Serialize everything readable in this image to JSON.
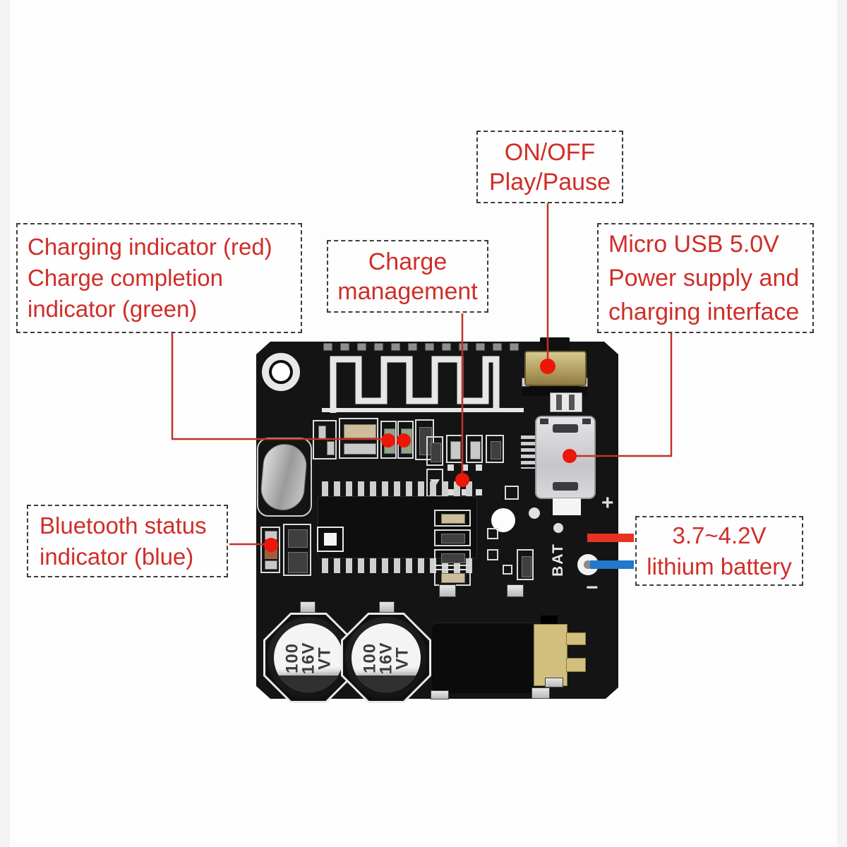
{
  "annotations": {
    "on_off": {
      "lines": [
        "ON/OFF",
        "Play/Pause"
      ]
    },
    "charging_indicator": {
      "lines": [
        "Charging indicator (red)",
        "Charge completion",
        "indicator (green)"
      ]
    },
    "charge_management": {
      "lines": [
        "Charge",
        "management"
      ]
    },
    "micro_usb": {
      "lines": [
        "Micro USB 5.0V",
        "Power supply and",
        "charging interface"
      ]
    },
    "bluetooth_status": {
      "lines": [
        "Bluetooth status",
        "indicator (blue)"
      ]
    },
    "lithium_battery": {
      "lines": [
        "3.7~4.2V",
        "lithium battery"
      ]
    }
  },
  "board": {
    "silkscreen": {
      "battery_label": "BAT",
      "plus": "+",
      "minus": "−"
    },
    "capacitor_text": [
      "100",
      "16V",
      "VT"
    ]
  },
  "colors": {
    "annotation_red": "#cf2e28",
    "pointer_line_red": "#c53028",
    "dot_red": "#ec1609",
    "battery_line_red": "#e63323",
    "battery_line_blue": "#2178cd",
    "pcb_black": "#141414",
    "silkscreen_white": "#e8e8e8",
    "button_tan": "#b7a265",
    "usb_silver": "#d6d6d8",
    "jack_gold": "#d2bf7e"
  }
}
